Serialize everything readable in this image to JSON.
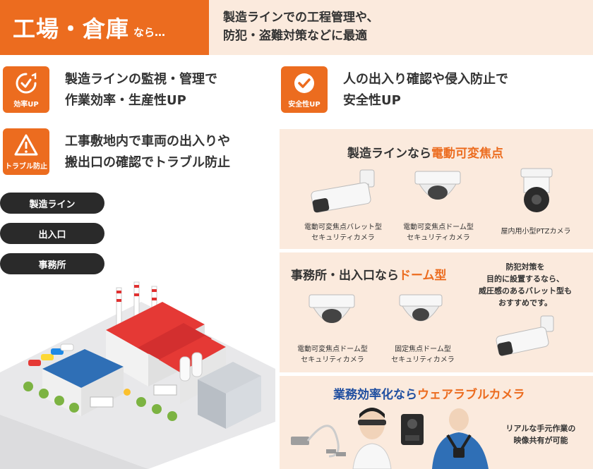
{
  "header": {
    "title_main": "工場・倉庫",
    "title_sub": "なら…",
    "desc_line1": "製造ラインでの工程管理や、",
    "desc_line2": "防犯・盗難対策などに最適"
  },
  "features": [
    {
      "badge": "効率UP",
      "line1": "製造ラインの監視・管理で",
      "line2": "作業効率・生産性UP",
      "icon": "clock-check-icon"
    },
    {
      "badge": "安全性UP",
      "line1": "人の出入り確認や侵入防止で",
      "line2": "安全性UP",
      "icon": "check-circle-icon"
    },
    {
      "badge": "トラブル防止",
      "line1": "工事敷地内で車両の出入りや",
      "line2": "搬出口の確認でトラブル防止",
      "icon": "warning-icon"
    }
  ],
  "pills": [
    "製造ライン",
    "出入口",
    "事務所"
  ],
  "panel1": {
    "title_prefix": "製造ラインなら",
    "title_highlight": "電動可変焦点",
    "cameras": [
      {
        "line1": "電動可変焦点バレット型",
        "line2": "セキュリティカメラ"
      },
      {
        "line1": "電動可変焦点ドーム型",
        "line2": "セキュリティカメラ"
      },
      {
        "line1": "屋内用小型PTZカメラ",
        "line2": ""
      }
    ]
  },
  "panel2": {
    "title_prefix": "事務所・出入口なら",
    "title_highlight": "ドーム型",
    "note": [
      "防犯対策を",
      "目的に設置するなら、",
      "威圧感のあるバレット型も",
      "おすすめです。"
    ],
    "cameras": [
      {
        "line1": "電動可変焦点ドーム型",
        "line2": "セキュリティカメラ"
      },
      {
        "line1": "固定焦点ドーム型",
        "line2": "セキュリティカメラ"
      }
    ]
  },
  "panel3": {
    "title_prefix": "業務効率化なら",
    "title_highlight": "ウェアラブルカメラ",
    "note": [
      "リアルな手元作業の",
      "映像共有が可能"
    ]
  },
  "colors": {
    "accent": "#ec6c1f",
    "panel_bg": "#fbeadd",
    "pill_bg": "#2a2a2a",
    "blue": "#1f4ea0"
  }
}
